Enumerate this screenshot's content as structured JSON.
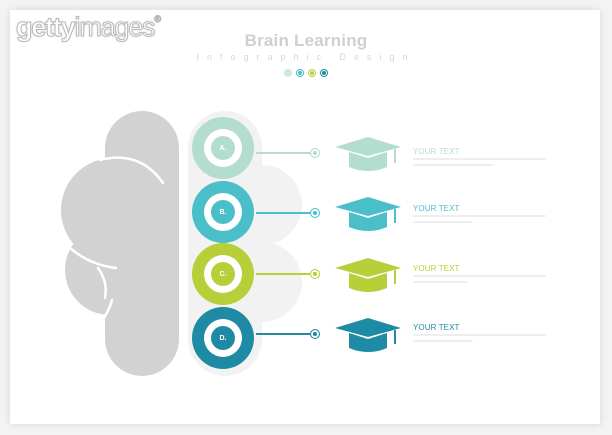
{
  "watermark": {
    "text_bold": "getty",
    "text_light": "images",
    "mark": "®"
  },
  "header": {
    "title": "Brain Learning",
    "subtitle": "Infographic Design"
  },
  "indicator_dots": [
    {
      "color": "#cde9e1"
    },
    {
      "color": "#4bbfc9"
    },
    {
      "color": "#b8cf39"
    },
    {
      "color": "#1e8aa3"
    }
  ],
  "colors": {
    "brain_left": "#d2d2d2",
    "brain_right": "#f2f2f2",
    "item_a": "#b3ddd0",
    "item_b": "#4bbfc9",
    "item_c": "#b8cf39",
    "item_d": "#1e8aa3"
  },
  "items": [
    {
      "letter": "A.",
      "heading": "YOUR TEXT",
      "color": "#b3ddd0",
      "icon": "graduation-cap-icon"
    },
    {
      "letter": "B.",
      "heading": "YOUR TEXT",
      "color": "#4bbfc9",
      "icon": "graduation-cap-icon"
    },
    {
      "letter": "C.",
      "heading": "YOUR TEXT",
      "color": "#b8cf39",
      "icon": "graduation-cap-icon"
    },
    {
      "letter": "D.",
      "heading": "YOUR TEXT",
      "color": "#1e8aa3",
      "icon": "graduation-cap-icon"
    }
  ]
}
